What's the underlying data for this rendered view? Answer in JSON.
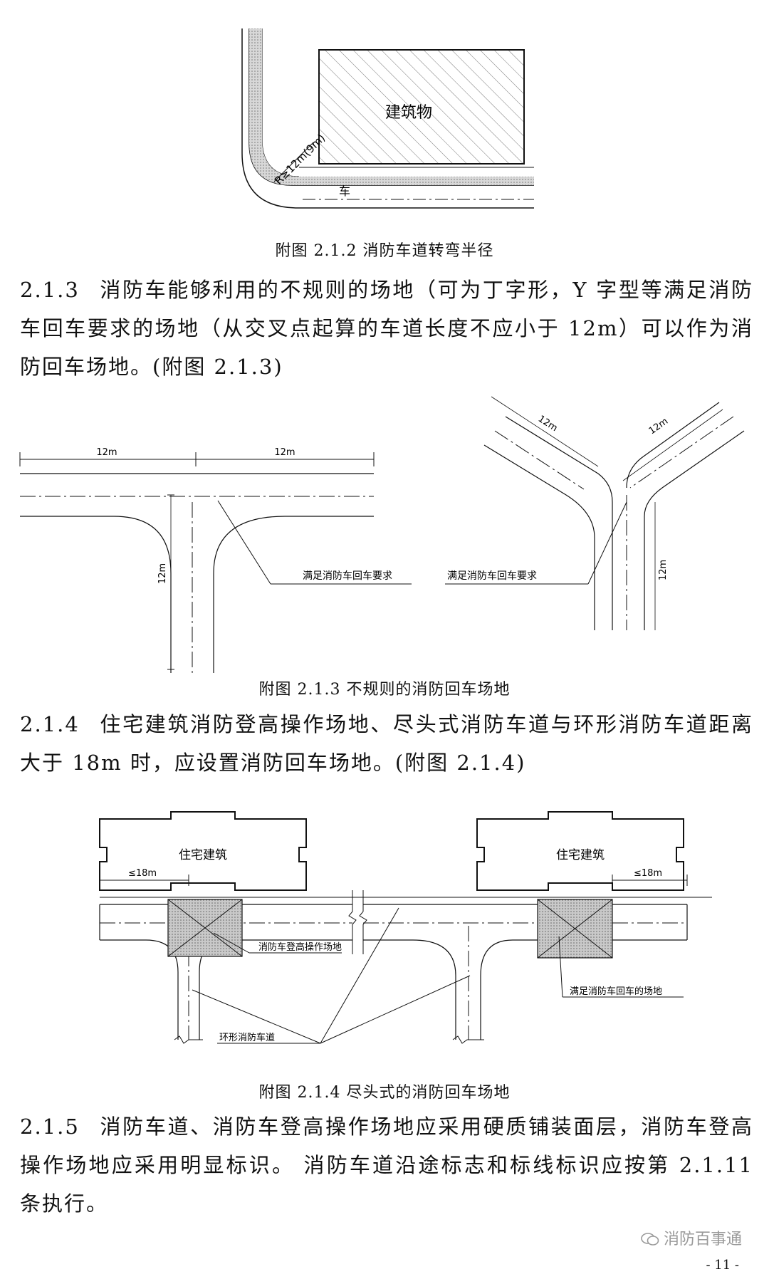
{
  "figure_1": {
    "building_label": "建筑物",
    "radius_label": "R≥12m(9m)",
    "truncated_label": "车",
    "caption": "附图 2.1.2  消防车道转弯半径"
  },
  "section_213": {
    "number": "2.1.3",
    "text": "消防车能够利用的不规则的场地（可为丁字形，Y 字型等满足消防车回车要求的场地（从交叉点起算的车道长度不应小于 12m）可以作为消防回车场地。(附图 2.1.3)"
  },
  "figure_2": {
    "dim_left": "12m",
    "dim_right": "12m",
    "dim_vertical": "12m",
    "dim_y_upper": "12m",
    "dim_y_left": "12m",
    "dim_y_vertical": "12m",
    "note_t": "满足消防车回车要求",
    "note_y": "满足消防车回车要求",
    "caption": "附图 2.1.3    不规则的消防回车场地"
  },
  "section_214": {
    "number": "2.1.4",
    "text": "住宅建筑消防登高操作场地、尽头式消防车道与环形消防车道距离大于 18m 时，应设置消防回车场地。(附图 2.1.4)"
  },
  "figure_3": {
    "building_left": "住宅建筑",
    "building_right": "住宅建筑",
    "dim_left": "≤18m",
    "dim_right": "≤18m",
    "note_ladder": "消防车登高操作场地",
    "note_turnaround": "满足消防车回车的场地",
    "note_ring": "环形消防车道",
    "caption": "附图 2.1.4    尽头式的消防回车场地"
  },
  "section_215": {
    "number": "2.1.5",
    "text": "消防车道、消防车登高操作场地应采用硬质铺装面层，消防车登高操作场地应采用明显标识。 消防车道沿途标志和标线标识应按第 2.1.11 条执行。"
  },
  "footer": {
    "watermark": "消防百事通",
    "page_number": "- 11 -"
  }
}
